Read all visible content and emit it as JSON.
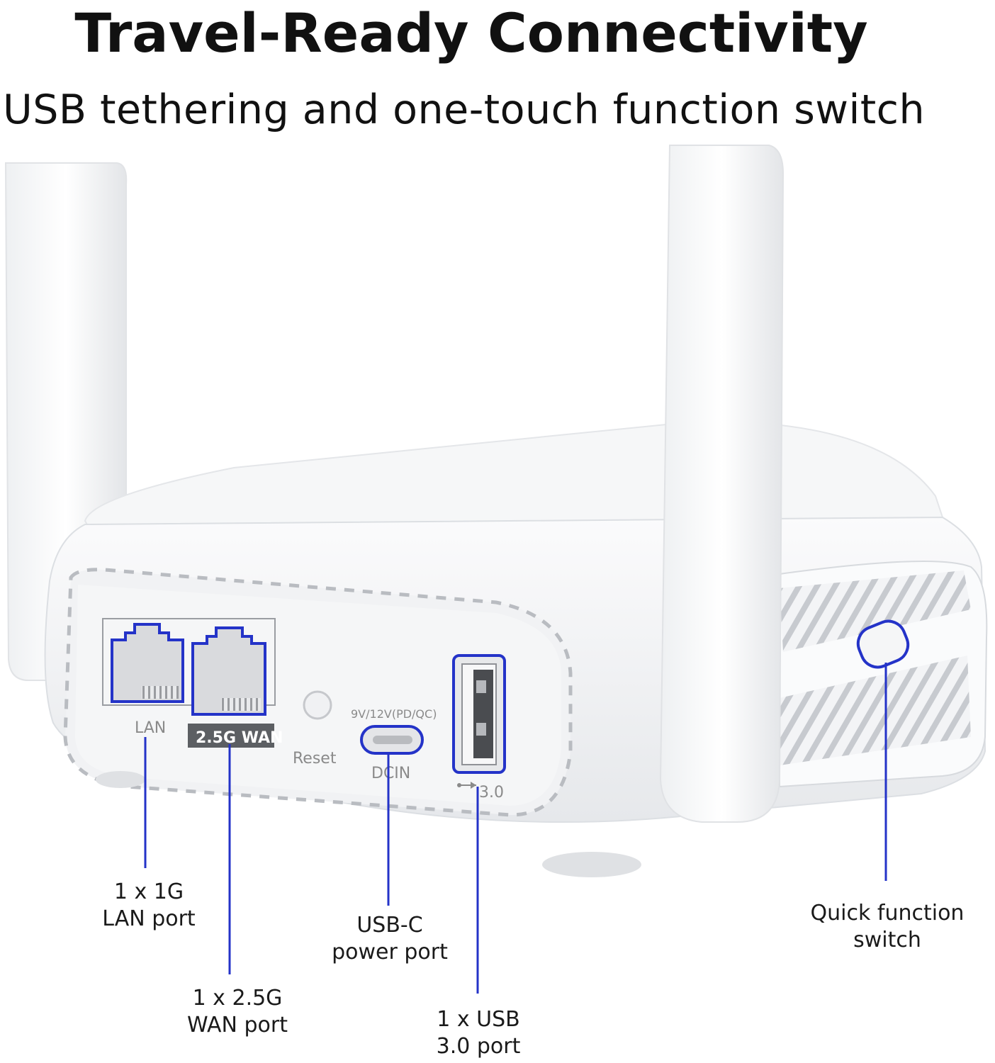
{
  "header": {
    "title": "Travel-Ready Connectivity",
    "subtitle": "USB tethering and one-touch function switch"
  },
  "device_labels": {
    "lan": "LAN",
    "wan": "2.5G WAN",
    "reset": "Reset",
    "dc_spec": "9V/12V(PD/QC)",
    "dcin": "DCIN",
    "usb": "3.0"
  },
  "callouts": {
    "lan": {
      "line1": "1 x 1G",
      "line2": "LAN port"
    },
    "wan": {
      "line1": "1 x 2.5G",
      "line2": "WAN port"
    },
    "usbc": {
      "line1": "USB-C",
      "line2": "power port"
    },
    "usb3": {
      "line1": "1 x USB",
      "line2": "3.0 port"
    },
    "switch": {
      "line1": "Quick function",
      "line2": "switch"
    }
  },
  "colors": {
    "accent": "#2433c8",
    "body": "#f4f5f7",
    "text": "#111111"
  }
}
